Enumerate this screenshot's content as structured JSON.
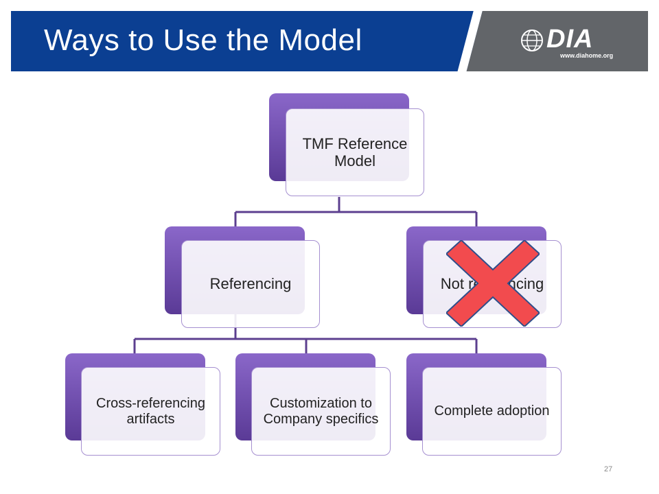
{
  "header": {
    "title": "Ways to Use the Model",
    "logo_text": "DIA",
    "logo_url": "www.diahome.org"
  },
  "diagram": {
    "root": {
      "label": "TMF Reference Model"
    },
    "level2": [
      {
        "label": "Referencing"
      },
      {
        "label": "Not referencing",
        "crossed_out": true
      }
    ],
    "level3": [
      {
        "label": "Cross-referencing artifacts"
      },
      {
        "label": "Customization to Company specifics"
      },
      {
        "label": "Complete adoption"
      }
    ]
  },
  "colors": {
    "header_blue": "#0b3f92",
    "header_gray": "#626569",
    "node_purple": "#6a4aa8",
    "connector": "#5c3f8f",
    "cross_red": "#f24b4e"
  },
  "footer": {
    "page_number": "27"
  }
}
